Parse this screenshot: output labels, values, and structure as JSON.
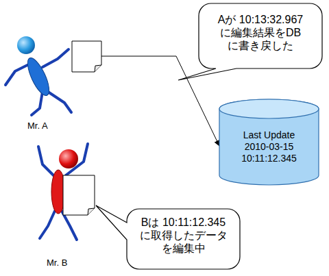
{
  "diagram": {
    "nodes": [
      {
        "text": [
          "Aが 10:13:32.967 に編集結果をDB に書き戻した"
        ]
      },
      {
        "text": [
          "Last Update 2010-03-15 10:11:12.345"
        ]
      },
      {
        "text": [
          "Bは 10:11:12.345 に取得したデータ を編集中"
        ]
      }
    ],
    "labels": [
      "Mr. A",
      "Mr. B"
    ]
  }
}
